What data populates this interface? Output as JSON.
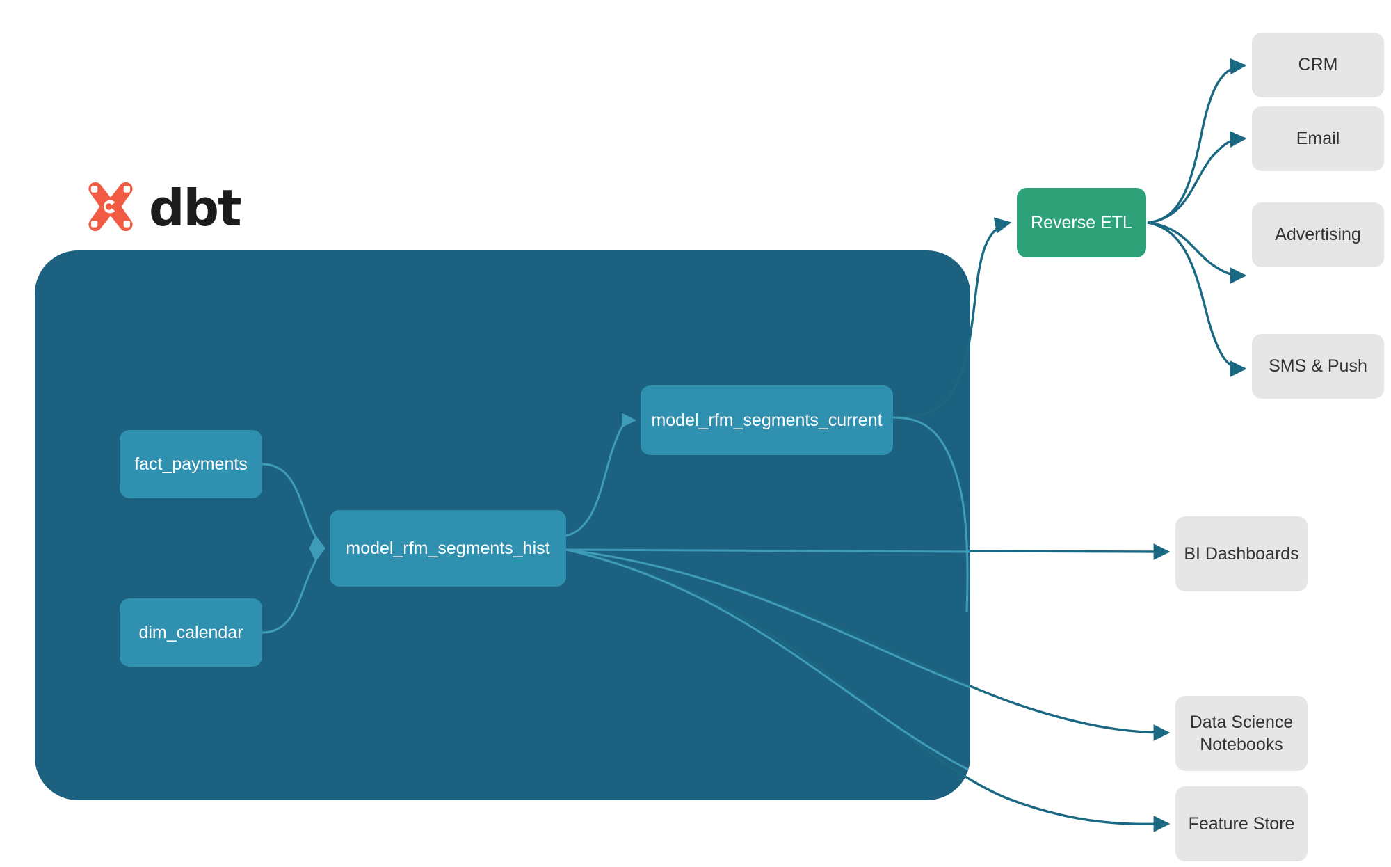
{
  "diagram": {
    "type": "dataflow",
    "title_logo": {
      "icon": "dbt-logo-icon",
      "wordmark": "dbt"
    },
    "container": {
      "name": "dbt-project-container",
      "color": "#1d6180"
    },
    "colors": {
      "container": "#1d6180",
      "model_node": "#2f90b0",
      "reverse_etl_node": "#2fa179",
      "destination_node": "#e6e6e6",
      "edge": "#1b6883",
      "inner_edge": "#3f9cb8",
      "logo_mark": "#f25b43",
      "node_text_light": "#ffffff",
      "node_text_dark": "#333333"
    },
    "models": [
      {
        "id": "fact_payments",
        "label": "fact_payments"
      },
      {
        "id": "dim_calendar",
        "label": "dim_calendar"
      },
      {
        "id": "model_rfm_segments_hist",
        "label": "model_rfm_segments_hist"
      },
      {
        "id": "model_rfm_segments_current",
        "label": "model_rfm_segments_current"
      }
    ],
    "reverse_etl": {
      "id": "reverse_etl",
      "label": "Reverse ETL"
    },
    "activation_destinations": [
      {
        "id": "crm",
        "label": "CRM"
      },
      {
        "id": "email",
        "label": "Email"
      },
      {
        "id": "advertising",
        "label": "Advertising"
      },
      {
        "id": "sms_push",
        "label": "SMS & Push"
      }
    ],
    "analytics_destinations": [
      {
        "id": "bi_dashboards",
        "label": "BI Dashboards"
      },
      {
        "id": "ds_notebooks",
        "label": "Data Science\nNotebooks",
        "line1": "Data Science",
        "line2": "Notebooks"
      },
      {
        "id": "feature_store",
        "label": "Feature Store"
      }
    ],
    "edges": [
      {
        "from": "fact_payments",
        "to": "model_rfm_segments_hist"
      },
      {
        "from": "dim_calendar",
        "to": "model_rfm_segments_hist"
      },
      {
        "from": "model_rfm_segments_hist",
        "to": "model_rfm_segments_current"
      },
      {
        "from": "model_rfm_segments_current",
        "to": "reverse_etl"
      },
      {
        "from": "reverse_etl",
        "to": "crm"
      },
      {
        "from": "reverse_etl",
        "to": "email"
      },
      {
        "from": "reverse_etl",
        "to": "advertising"
      },
      {
        "from": "reverse_etl",
        "to": "sms_push"
      },
      {
        "from": "model_rfm_segments_hist",
        "to": "bi_dashboards"
      },
      {
        "from": "model_rfm_segments_hist",
        "to": "ds_notebooks"
      },
      {
        "from": "model_rfm_segments_hist",
        "to": "feature_store"
      }
    ]
  }
}
